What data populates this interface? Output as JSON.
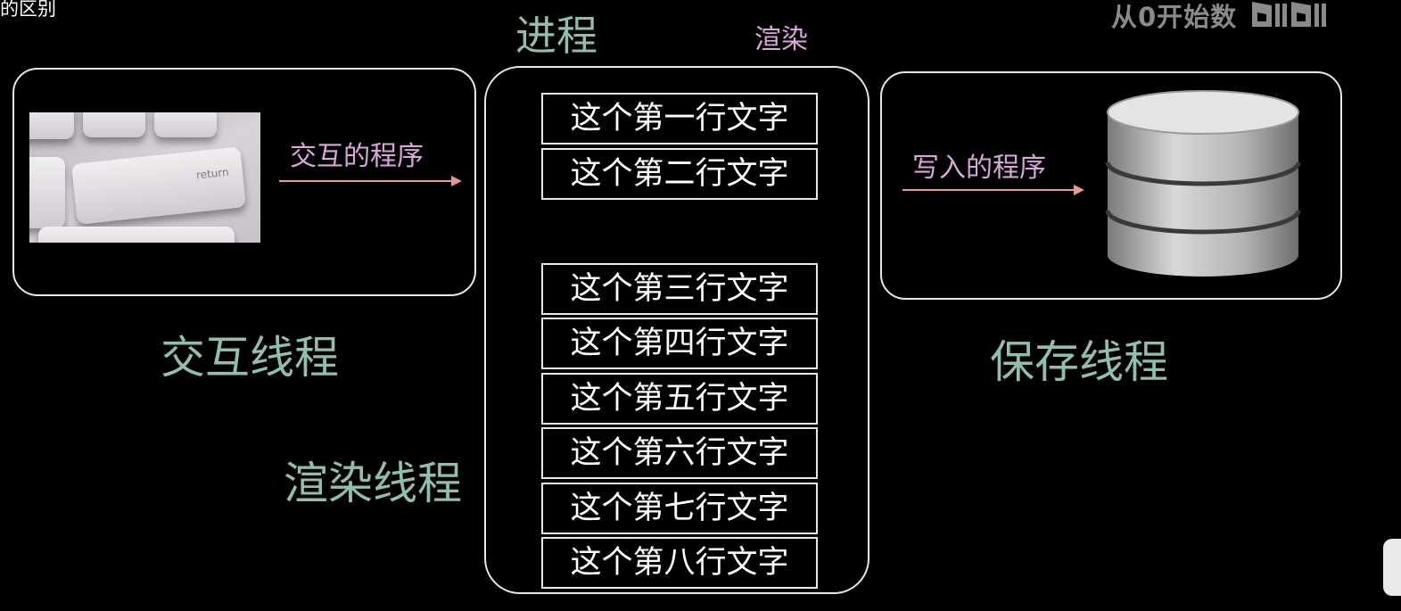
{
  "corner_text": "的区别",
  "watermark": "从0开始数",
  "headings": {
    "process": "进程",
    "render": "渲染"
  },
  "left_panel": {
    "key_label": "return",
    "arrow_label": "交互的程序",
    "thread_label": "交互线程"
  },
  "right_panel": {
    "arrow_label": "写入的程序",
    "thread_label": "保存线程"
  },
  "render_thread_label": "渲染线程",
  "rows": [
    "这个第一行文字",
    "这个第二行文字",
    "这个第三行文字",
    "这个第四行文字",
    "这个第五行文字",
    "这个第六行文字",
    "这个第七行文字",
    "这个第八行文字"
  ],
  "colors": {
    "heading": "#8fbfb2",
    "accent": "#d9a6dc",
    "arrow": "#e89a90",
    "border": "#e8e8e8"
  },
  "icons": {
    "keyboard": "keyboard-return-key-photo",
    "database": "database-icon",
    "logo": "bilibili-logo"
  }
}
